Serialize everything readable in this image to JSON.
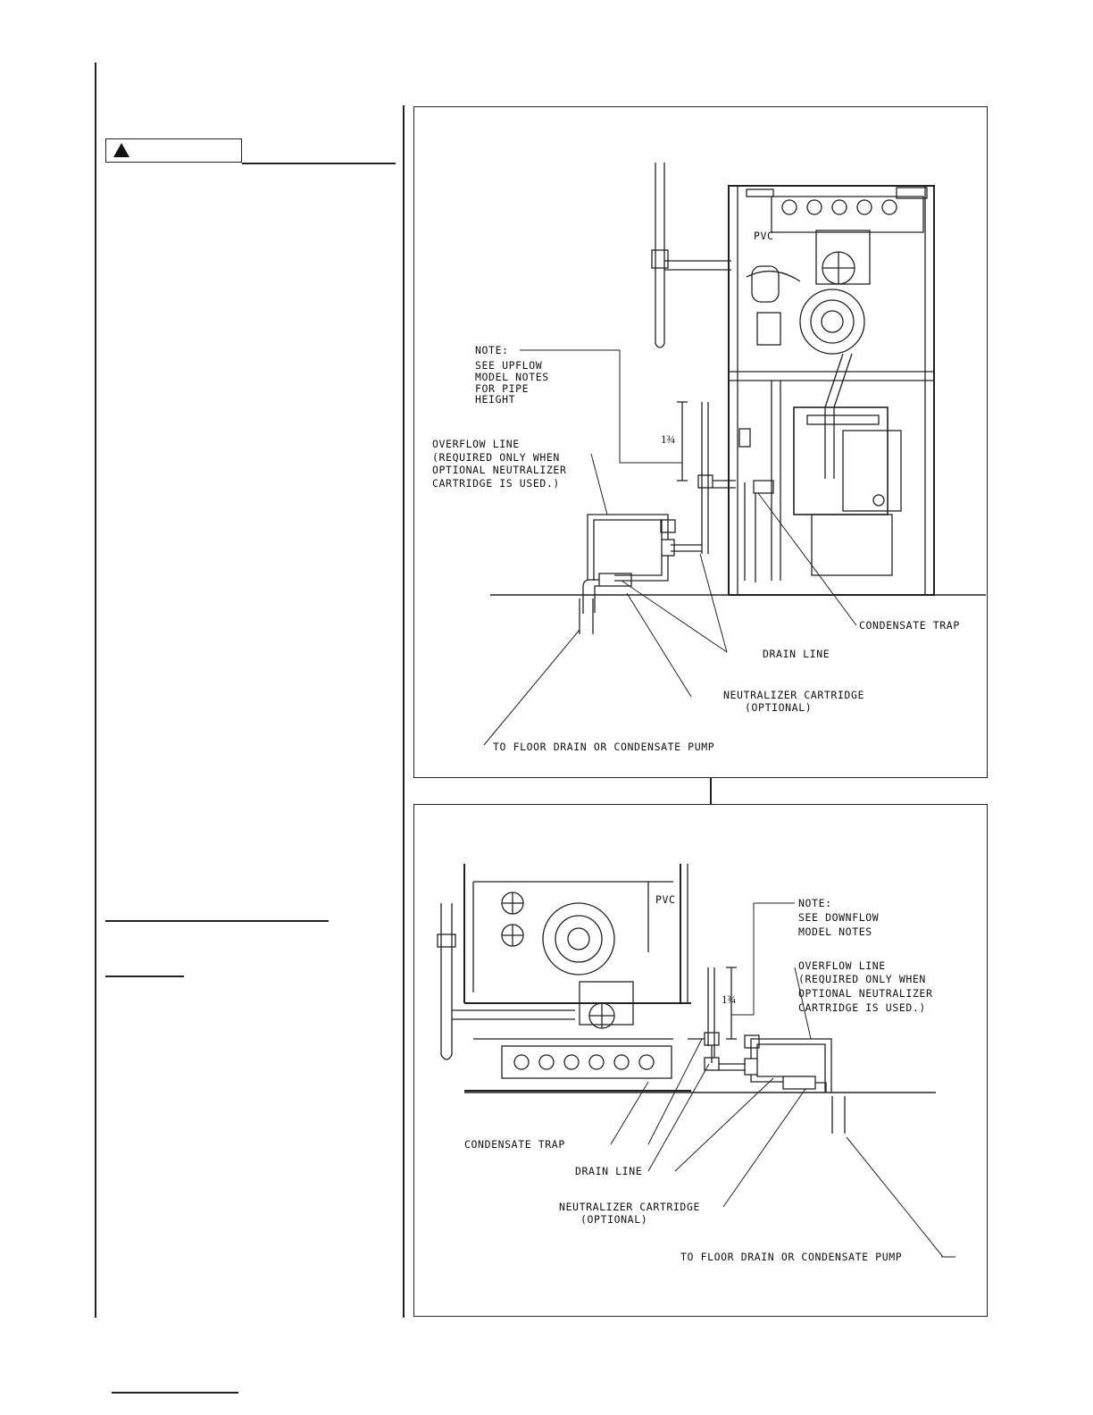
{
  "upflow_diagram": {
    "labels": {
      "note": [
        "NOTE:",
        "SEE UPFLOW",
        "MODEL NOTES",
        "FOR PIPE",
        "HEIGHT"
      ],
      "overflow": [
        "OVERFLOW LINE",
        "(REQUIRED ONLY WHEN",
        "OPTIONAL NEUTRALIZER",
        "CARTRIDGE IS USED.)"
      ],
      "dimension": "1¾",
      "pvc": "PVC",
      "condensate_trap": "CONDENSATE TRAP",
      "drain_line": "DRAIN LINE",
      "neutralizer": [
        "NEUTRALIZER CARTRIDGE",
        "(OPTIONAL)"
      ],
      "floor_drain": "TO FLOOR DRAIN OR CONDENSATE PUMP"
    }
  },
  "downflow_diagram": {
    "labels": {
      "note": [
        "NOTE:",
        "SEE DOWNFLOW",
        "MODEL NOTES"
      ],
      "overflow": [
        "OVERFLOW LINE",
        "(REQUIRED ONLY WHEN",
        "OPTIONAL NEUTRALIZER",
        "CARTRIDGE IS USED.)"
      ],
      "dimension": "1¾",
      "pvc": "PVC",
      "condensate_trap": "CONDENSATE TRAP",
      "drain_line": "DRAIN LINE",
      "neutralizer": [
        "NEUTRALIZER CARTRIDGE",
        "(OPTIONAL)"
      ],
      "floor_drain": "TO FLOOR DRAIN OR CONDENSATE PUMP"
    }
  },
  "icons": {
    "warning": "warning-triangle-icon"
  }
}
